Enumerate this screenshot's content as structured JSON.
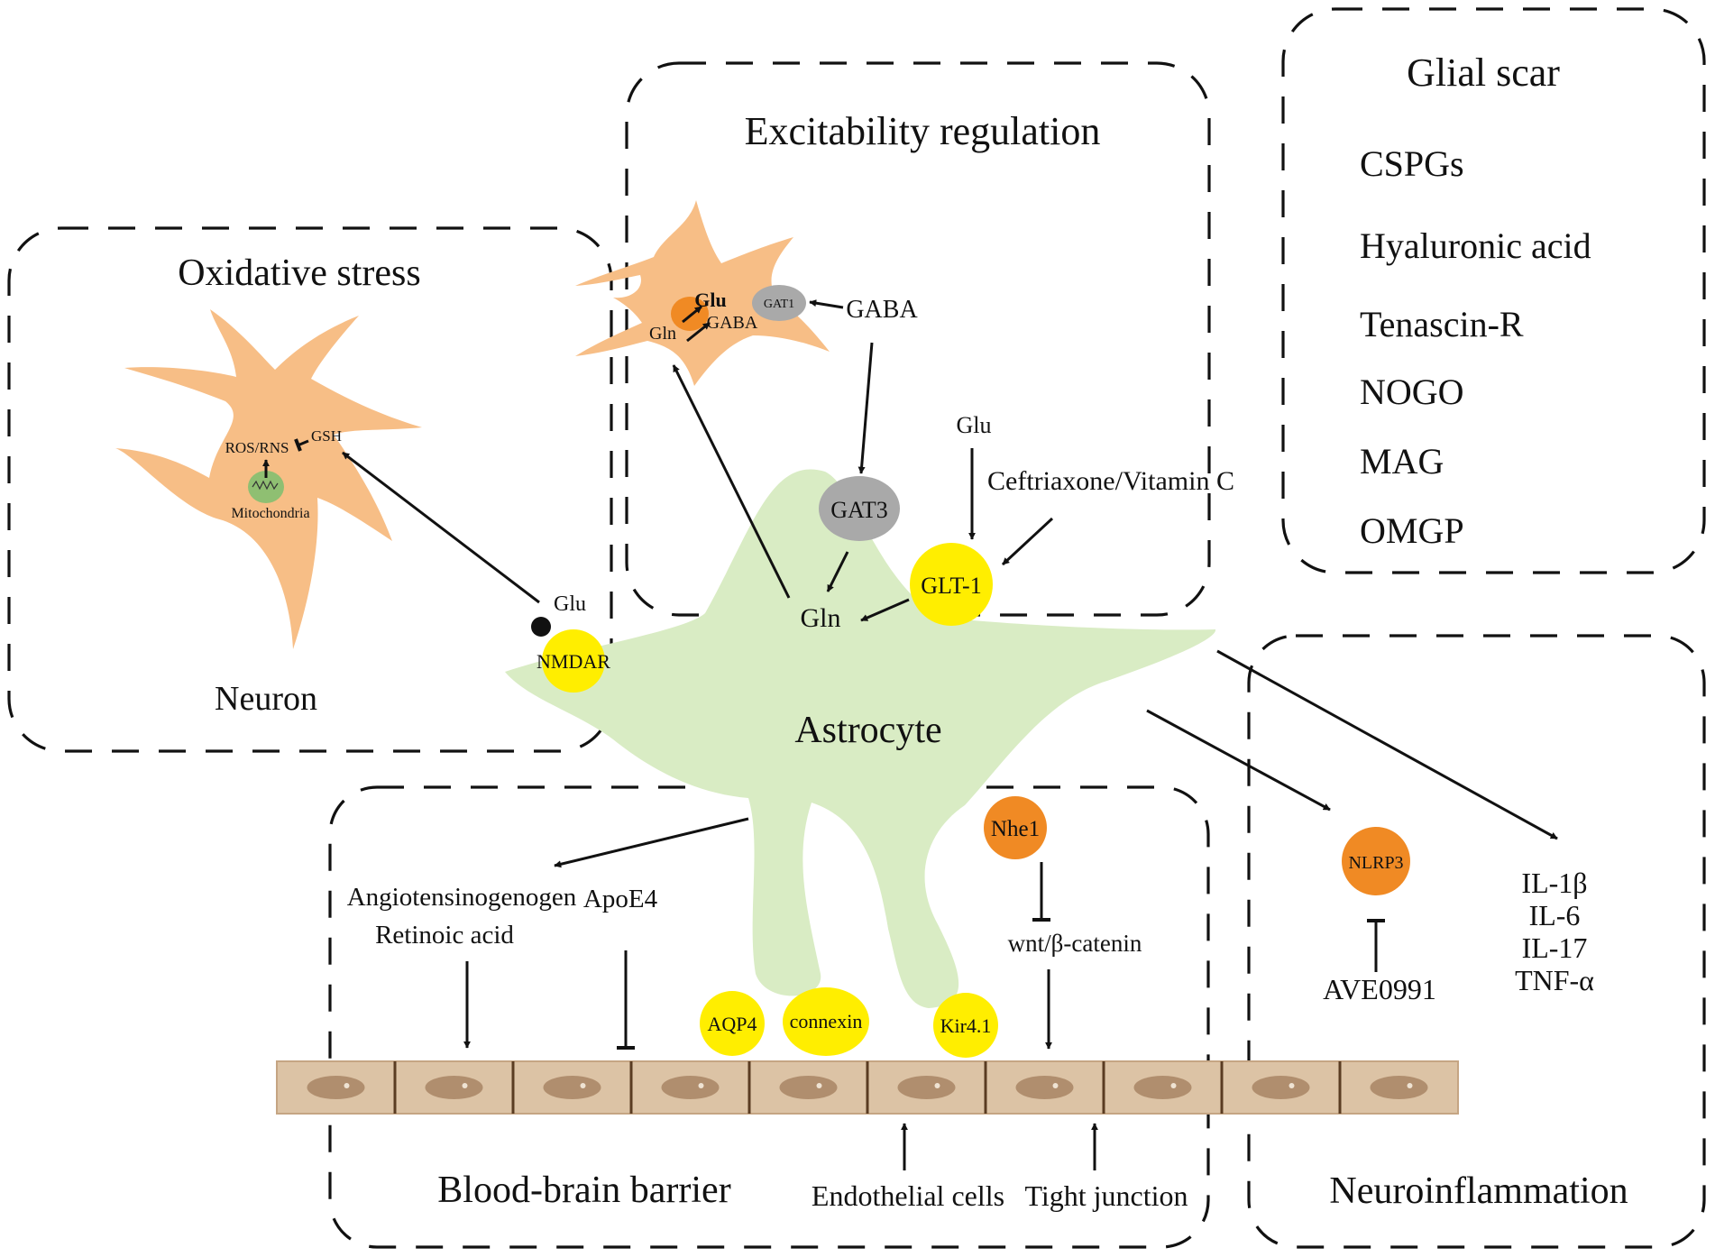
{
  "sections": {
    "oxidative": "Oxidative stress",
    "excitability": "Excitability regulation",
    "glial_scar": "Glial scar",
    "bbb": "Blood-brain barrier",
    "neuroinflammation": "Neuroinflammation"
  },
  "glial_scar_items": [
    "CSPGs",
    "Hyaluronic acid",
    "Tenascin-R",
    "NOGO",
    "MAG",
    "OMGP"
  ],
  "cells": {
    "neuron": "Neuron",
    "astrocyte": "Astrocyte",
    "endothelial": "Endothelial cells",
    "tight_junction": "Tight junction"
  },
  "oxidative_labels": {
    "ros": "ROS/RNS",
    "gsh": "GSH",
    "mito": "Mitochondria",
    "glu": "Glu",
    "nmdar": "NMDAR"
  },
  "excitability_labels": {
    "glu_inner": "Glu",
    "gln_inner": "Gln",
    "gaba_inner": "GABA",
    "gat1": "GAT1",
    "gaba": "GABA",
    "gat3": "GAT3",
    "glu_top": "Glu",
    "ceftriaxone": "Ceftriaxone/Vitamin C",
    "glt1": "GLT-1",
    "gln": "Gln"
  },
  "bbb_labels": {
    "angio": "Angiotensinogenogen",
    "retinoic": "Retinoic acid",
    "apoe4": "ApoE4",
    "nhe1": "Nhe1",
    "wnt": "wnt/β-catenin",
    "aqp4": "AQP4",
    "connexin": "connexin",
    "kir": "Kir4.1"
  },
  "inflammation_labels": {
    "nlrp3": "NLRP3",
    "ave": "AVE0991",
    "cytokines": [
      "IL-1β",
      "IL-6",
      "IL-17",
      "TNF-α"
    ]
  },
  "colors": {
    "neuron": "#f7be86",
    "astrocyte": "#d9ecc4",
    "yellow": "#ffee00",
    "orange": "#f08a24",
    "gray": "#a9a9a9",
    "mito": "#8fbf72",
    "endothelium": "#dcc3a5",
    "nucleus": "#b08e6e"
  }
}
